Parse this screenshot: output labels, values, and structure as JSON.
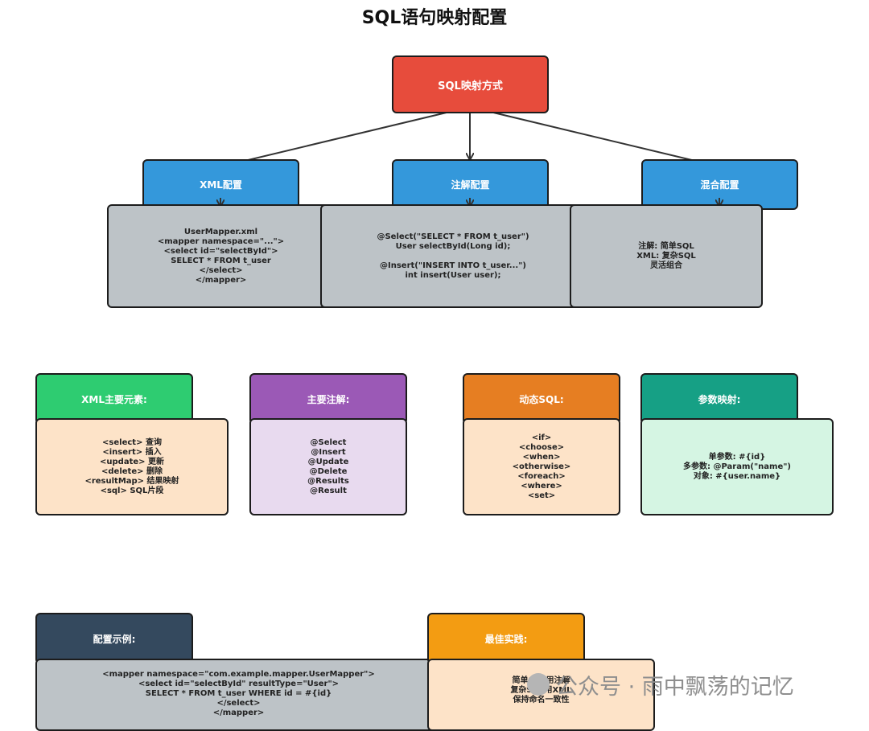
{
  "title": "SQL语句映射配置",
  "root": {
    "label": "SQL映射方式"
  },
  "methods": [
    {
      "label": "XML配置",
      "content": "UserMapper.xml\n<mapper namespace=\"...\">\n<select id=\"selectById\">\nSELECT * FROM t_user\n</select>\n</mapper>"
    },
    {
      "label": "注解配置",
      "content": "@Select(\"SELECT * FROM t_user\")\nUser selectById(Long id);\n\n@Insert(\"INSERT INTO t_user...\")\nint insert(User user);"
    },
    {
      "label": "混合配置",
      "content": "注解: 简单SQL\nXML: 复杂SQL\n灵活组合"
    }
  ],
  "details": [
    {
      "label": "XML主要元素:",
      "content": "<select> 查询\n<insert> 插入\n<update> 更新\n<delete> 删除\n<resultMap> 结果映射\n<sql> SQL片段"
    },
    {
      "label": "主要注解:",
      "content": "@Select\n@Insert\n@Update\n@Delete\n@Results\n@Result"
    },
    {
      "label": "动态SQL:",
      "content": "<if>\n<choose>\n<when>\n<otherwise>\n<foreach>\n<where>\n<set>"
    },
    {
      "label": "参数映射:",
      "content": "单参数: #{id}\n多参数: @Param(\"name\")\n对象: #{user.name}"
    }
  ],
  "bottom": [
    {
      "label": "配置示例:",
      "content": "<mapper namespace=\"com.example.mapper.UserMapper\">\n<select id=\"selectById\" resultType=\"User\">\nSELECT * FROM t_user WHERE id = #{id}\n</select>\n</mapper>"
    },
    {
      "label": "最佳实践:",
      "content": "简单SQL用注解\n复杂SQL用XML\n保持命名一致性"
    }
  ],
  "watermark": "公众号 · 雨中飘荡的记忆",
  "colors": {
    "root": "#e74c3c",
    "method": "#3498db",
    "method_body": "#bdc3c7",
    "xml_elements": "#2ecc71",
    "annotations": "#9b59b6",
    "dynamic_sql": "#e67e22",
    "param_mapping": "#16a085",
    "config_example": "#34495e",
    "best_practice": "#f39c12"
  }
}
